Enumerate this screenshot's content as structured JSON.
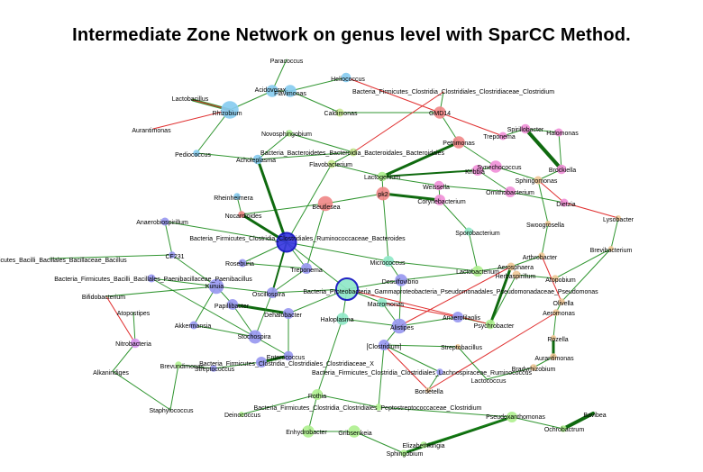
{
  "title": "Intermediate Zone Network on genus level with SparCC Method.",
  "colors": {
    "positive_edge": "#1a8a1a",
    "negative_edge": "#e03030",
    "strong_edge": "#0f6a0f",
    "node_palette": [
      "#88ccf0",
      "#f08888",
      "#f090d8",
      "#9898f0",
      "#90e8c8",
      "#b0f090",
      "#f0c898",
      "#c8e890",
      "#d898f0",
      "#3838e0"
    ]
  },
  "nodes": [
    {
      "id": "Paracoccus",
      "label": "Paracoccus",
      "c": 0,
      "r": 0
    },
    {
      "id": "Heliococcus",
      "label": "Heliococcus",
      "c": 0,
      "r": 7
    },
    {
      "id": "Acidovorax",
      "label": "Acidovorax",
      "c": 0,
      "r": 9
    },
    {
      "id": "Flavimonas",
      "label": "Flavimonas",
      "c": 0,
      "r": 9
    },
    {
      "id": "Lactobacillus",
      "label": "Lactobacillus",
      "c": 7,
      "r": 0
    },
    {
      "id": "Rhizobium",
      "label": "Rhizobium",
      "c": 0,
      "r": 13
    },
    {
      "id": "Aurantimonas",
      "label": "Aurantimonas",
      "c": 7,
      "r": 0
    },
    {
      "id": "Clostridium",
      "label": "Bacteria_Firmicutes_Clostridia_Clostridiales_Clostridiaceae_Clostridium",
      "c": 1,
      "r": 0
    },
    {
      "id": "Caldimonas",
      "label": "Caldimonas",
      "c": 7,
      "r": 6
    },
    {
      "id": "GMD14",
      "label": "GMD14",
      "c": 1,
      "r": 9
    },
    {
      "id": "Novosphingobium",
      "label": "Novosphingobium",
      "c": 5,
      "r": 5
    },
    {
      "id": "Pediococcus",
      "label": "Pediococcus",
      "c": 0,
      "r": 5
    },
    {
      "id": "Bacteroidales",
      "label": "Bacteria_Bacteroidetes_Bacteroidia_Bacteroidales_Bacteroidales",
      "c": 7,
      "r": 6
    },
    {
      "id": "Acholeplasma",
      "label": "Acholeplasma",
      "c": 0,
      "r": 7
    },
    {
      "id": "Flavobacterium",
      "label": "Flavobacterium",
      "c": 7,
      "r": 6
    },
    {
      "id": "Petrimonas",
      "label": "Petrimonas",
      "c": 1,
      "r": 9
    },
    {
      "id": "Treponema2",
      "label": "Treponema",
      "c": 2,
      "r": 6
    },
    {
      "id": "Spirillobacter",
      "label": "Spirillobacter",
      "c": 2,
      "r": 7
    },
    {
      "id": "Halomonas",
      "label": "Halomonas",
      "c": 2,
      "r": 6
    },
    {
      "id": "Kribbia",
      "label": "Kribbia",
      "c": 2,
      "r": 8
    },
    {
      "id": "Synechococcus",
      "label": "Synechococcus",
      "c": 2,
      "r": 9
    },
    {
      "id": "Brockiella",
      "label": "Brockiella",
      "c": 2,
      "r": 7
    },
    {
      "id": "Lactogenium",
      "label": "Lactogenium",
      "c": 5,
      "r": 7
    },
    {
      "id": "Sphingomonas",
      "label": "Sphingomonas",
      "c": 6,
      "r": 6
    },
    {
      "id": "Weissella",
      "label": "Weissella",
      "c": 2,
      "r": 7
    },
    {
      "id": "Ornithobacterium",
      "label": "Ornithobacterium",
      "c": 2,
      "r": 8
    },
    {
      "id": "Rheinheimera",
      "label": "Rheinheimera",
      "c": 0,
      "r": 5
    },
    {
      "id": "pk2",
      "label": "pk2",
      "c": 1,
      "r": 10
    },
    {
      "id": "Corynebacterium",
      "label": "Corynebacterium",
      "c": 2,
      "r": 8
    },
    {
      "id": "Dietzia",
      "label": "Dietzia",
      "c": 2,
      "r": 6
    },
    {
      "id": "Beutlesea",
      "label": "Beutlesea",
      "c": 1,
      "r": 11
    },
    {
      "id": "Nocardioides",
      "label": "Nocardioides",
      "c": 1,
      "r": 5
    },
    {
      "id": "Swoogrosella",
      "label": "Swoogrosella",
      "c": 6,
      "r": 4
    },
    {
      "id": "Lysobacter",
      "label": "Lysobacter",
      "c": 6,
      "r": 4
    },
    {
      "id": "Anaerobiospirillum",
      "label": "Anaerobiospirillum",
      "c": 3,
      "r": 6
    },
    {
      "id": "Ruminococcaceae",
      "label": "Bacteria_Firmicutes_Clostridia_Clostridiales_Ruminococcaceae_Bacteroides",
      "c": 9,
      "r": 14
    },
    {
      "id": "Sporobacterium",
      "label": "Sporobacterium",
      "c": 4,
      "r": 6
    },
    {
      "id": "Brevibacterium",
      "label": "Brevibacterium",
      "c": 6,
      "r": 4
    },
    {
      "id": "CF231",
      "label": "CF231",
      "c": 3,
      "r": 5
    },
    {
      "id": "Bacillaceae",
      "label": "Bacteria_Firmicutes_Bacilli_Bacillales_Bacillaceae_Bacillus",
      "c": 3,
      "r": 0
    },
    {
      "id": "Roseburia",
      "label": "Roseburia",
      "c": 3,
      "r": 6
    },
    {
      "id": "Micrococcus",
      "label": "Micrococcus",
      "c": 4,
      "r": 8
    },
    {
      "id": "Arthrobacter",
      "label": "Arthrobacter",
      "c": 6,
      "r": 5
    },
    {
      "id": "Atopobium",
      "label": "Atopobium",
      "c": 6,
      "r": 5
    },
    {
      "id": "Paenibacillaceae",
      "label": "Bacteria_Firmicutes_Bacilli_Bacillales_Paenibacillaceae_Paenibacillus",
      "c": 3,
      "r": 6
    },
    {
      "id": "Treponema",
      "label": "Treponema",
      "c": 3,
      "r": 8
    },
    {
      "id": "Lactobacterium",
      "label": "Lactobacterium",
      "c": 5,
      "r": 8
    },
    {
      "id": "Aerosphaera",
      "label": "Aerosphaera",
      "c": 6,
      "r": 6
    },
    {
      "id": "Bifidobacterium",
      "label": "Bifidobacterium",
      "c": 7,
      "r": 0
    },
    {
      "id": "Kuruia",
      "label": "Kuruia",
      "c": 3,
      "r": 11
    },
    {
      "id": "Pseudomonas",
      "label": "Bacteria_Proteobacteria_Gammaproteobacteria_Pseudomonadales_Pseudomonadaceae_Pseudomonas",
      "c": 4,
      "r": 16
    },
    {
      "id": "Desulfovibrio",
      "label": "Desulfovibrio",
      "c": 3,
      "r": 9
    },
    {
      "id": "Herbaspirillum",
      "label": "Herbaspirillum",
      "c": 6,
      "r": 6
    },
    {
      "id": "Oscillospira",
      "label": "Oscillospira",
      "c": 3,
      "r": 8
    },
    {
      "id": "Olivella",
      "label": "Olivella",
      "c": 6,
      "r": 5
    },
    {
      "id": "Papillibacter",
      "label": "Papillibacter",
      "c": 3,
      "r": 8
    },
    {
      "id": "Macromonas",
      "label": "Macromonas",
      "c": 4,
      "r": 7
    },
    {
      "id": "Atopostipes",
      "label": "Atopostipes",
      "c": 7,
      "r": 0
    },
    {
      "id": "Dehalobacter",
      "label": "Dehalobacter",
      "c": 3,
      "r": 8
    },
    {
      "id": "Aeromonas",
      "label": "Aeromonas",
      "c": 6,
      "r": 5
    },
    {
      "id": "Akkermansia",
      "label": "Akkermansia",
      "c": 3,
      "r": 6
    },
    {
      "id": "Haloplasma",
      "label": "Haloplasma",
      "c": 4,
      "r": 9
    },
    {
      "id": "Anaerofilaolis",
      "label": "Anaerofilaolis",
      "c": 3,
      "r": 8
    },
    {
      "id": "Psychrobacter",
      "label": "Psychrobacter",
      "c": 5,
      "r": 7
    },
    {
      "id": "Alistipes",
      "label": "Alistipes",
      "c": 3,
      "r": 11
    },
    {
      "id": "Nitrobacteria",
      "label": "Nitrobacteria",
      "c": 8,
      "r": 7
    },
    {
      "id": "Stochospira",
      "label": "Stochospira",
      "c": 3,
      "r": 10
    },
    {
      "id": "Rozella",
      "label": "Rozella",
      "c": 6,
      "r": 4
    },
    {
      "id": "Clostridium2",
      "label": "[Clostridium]",
      "c": 3,
      "r": 8
    },
    {
      "id": "Streptobacillus",
      "label": "Streptobacillus",
      "c": 6,
      "r": 4
    },
    {
      "id": "Aurantimonas2",
      "label": "Aurantimonas",
      "c": 6,
      "r": 5
    },
    {
      "id": "Brevundimonas",
      "label": "Brevundimonas",
      "c": 5,
      "r": 5
    },
    {
      "id": "Enterococcus",
      "label": "Enterococcus",
      "c": 3,
      "r": 7
    },
    {
      "id": "Bradyrhizobium",
      "label": "Bradyrhizobium",
      "c": 6,
      "r": 5
    },
    {
      "id": "Streptococcus",
      "label": "Streptococcus",
      "c": 3,
      "r": 5
    },
    {
      "id": "Alkanindiges",
      "label": "Alkanindiges",
      "c": 8,
      "r": 0
    },
    {
      "id": "ClostridiaceaeX",
      "label": "Bacteria_Firmicutes_Clostridia_Clostridiales_Clostridiaceae_X",
      "c": 3,
      "r": 8
    },
    {
      "id": "Lachnospiraceae",
      "label": "Bacteria_Firmicutes_Clostridia_Clostridiales_Lachnospiraceae_Ruminococcus",
      "c": 3,
      "r": 5
    },
    {
      "id": "Lactococcus",
      "label": "Lactococcus",
      "c": 7,
      "r": 0
    },
    {
      "id": "Bordetella",
      "label": "Bordetella",
      "c": 6,
      "r": 4
    },
    {
      "id": "Staphylococcus",
      "label": "Staphylococcus",
      "c": 5,
      "r": 0
    },
    {
      "id": "Rothia",
      "label": "Rothia",
      "c": 5,
      "r": 8
    },
    {
      "id": "Peptostreptococcaceae",
      "label": "Bacteria_Firmicutes_Clostridia_Clostridiales_Peptostreptococcaceae_Clostridium",
      "c": 5,
      "r": 5
    },
    {
      "id": "Deinococcus",
      "label": "Deinococcus",
      "c": 5,
      "r": 4
    },
    {
      "id": "Pseudoxanthomonas",
      "label": "Pseudoxanthomonas",
      "c": 5,
      "r": 8
    },
    {
      "id": "Bavibea",
      "label": "Bavibea",
      "c": 5,
      "r": 0
    },
    {
      "id": "Enhydrobacter",
      "label": "Enhydrobacter",
      "c": 5,
      "r": 9
    },
    {
      "id": "Gribsenkeia",
      "label": "Gribsenkeia",
      "c": 5,
      "r": 9
    },
    {
      "id": "Ochrobactrum",
      "label": "Ochrobactrum",
      "c": 5,
      "r": 5
    },
    {
      "id": "Elizabethkingia",
      "label": "Elizabethkingia",
      "c": 5,
      "r": 5
    },
    {
      "id": "Sphingobium",
      "label": "Sphingobium",
      "c": 5,
      "r": 5
    }
  ]
}
